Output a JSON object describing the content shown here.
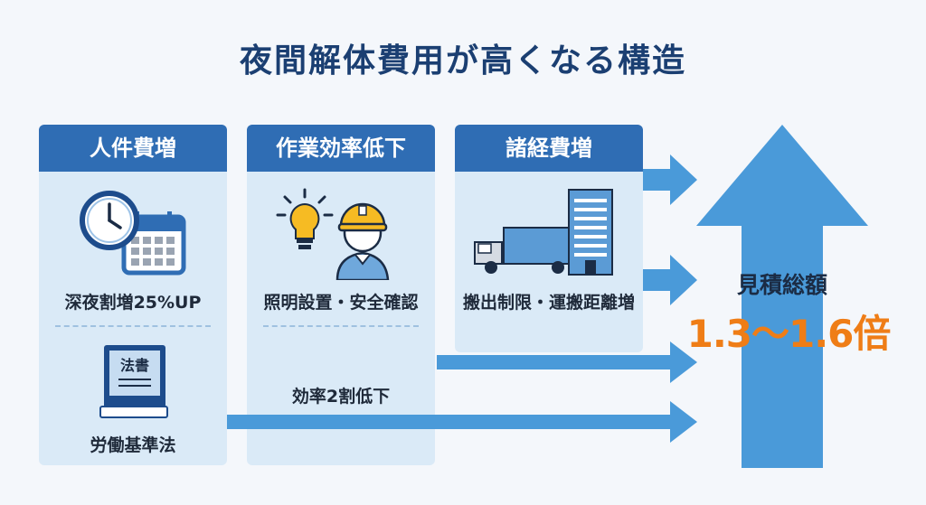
{
  "title": "夜間解体費用が高くなる構造",
  "cards": [
    {
      "header": "人件費増",
      "items": [
        "深夜割増25%UP",
        "労働基準法"
      ],
      "book_label": "法書"
    },
    {
      "header": "作業効率低下",
      "items": [
        "照明設置・安全確認",
        "効率2割低下"
      ]
    },
    {
      "header": "諸経費増",
      "items": [
        "搬出制限・運搬距離増"
      ]
    }
  ],
  "result": {
    "label": "見積総額",
    "value": "1.3〜1.6倍"
  },
  "colors": {
    "header": "#2f6db4",
    "card": "#daeaf7",
    "arrow": "#4a9ad9",
    "accent": "#ef7d16",
    "title": "#1b3f72"
  }
}
